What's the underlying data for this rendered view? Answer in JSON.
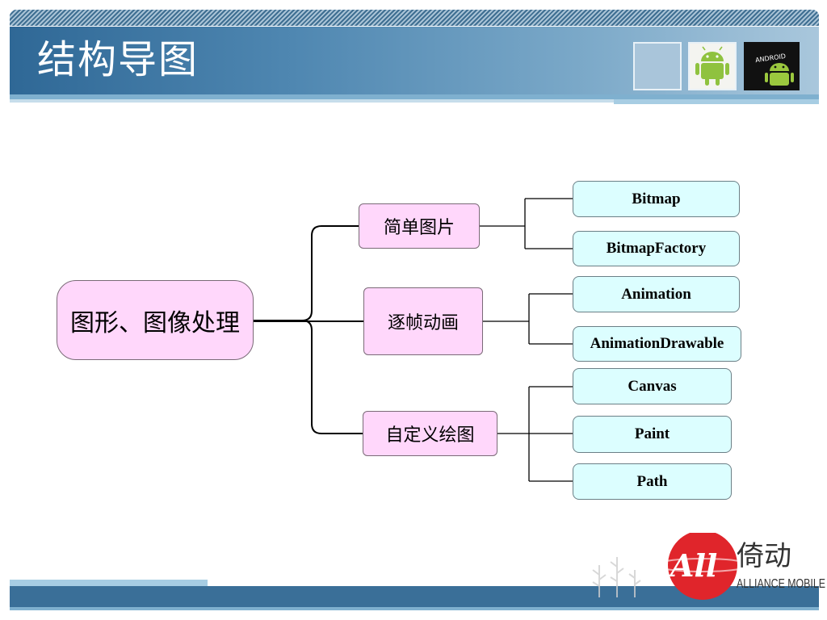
{
  "header": {
    "title": "结构导图",
    "thumbnails": [
      "blank-thumbnail",
      "android-robot-light",
      "android-robot-dark"
    ],
    "android_dark_text": "ANDROID"
  },
  "mindmap": {
    "root": "图形、图像处理",
    "branches": [
      {
        "label": "简单图片",
        "children": [
          "Bitmap",
          "BitmapFactory"
        ]
      },
      {
        "label": "逐帧动画",
        "children": [
          "Animation",
          "AnimationDrawable"
        ]
      },
      {
        "label": "自定义绘图",
        "children": [
          "Canvas",
          "Paint",
          "Path"
        ]
      }
    ]
  },
  "logo": {
    "mark": "All",
    "chinese": "倚动",
    "english": "ALLIANCE MOBILE"
  },
  "colors": {
    "header_blue": "#2f6896",
    "node_pink": "#ffd7fb",
    "node_cyan": "#dcfeff",
    "logo_red": "#e0252b"
  }
}
